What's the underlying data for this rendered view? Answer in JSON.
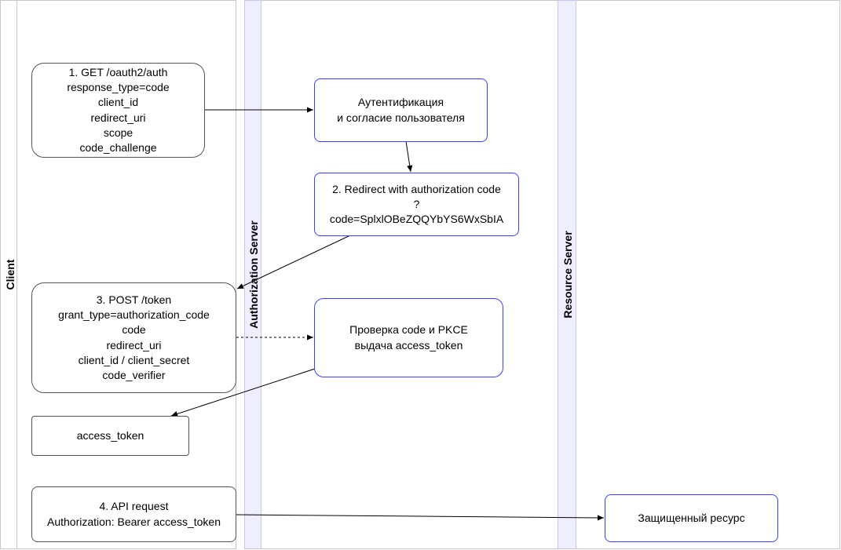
{
  "lanes": {
    "client": "Client",
    "auth_server": "Authorization Server",
    "resource_server": "Resource Server"
  },
  "nodes": {
    "auth_request": {
      "lines": [
        "1. GET /oauth2/auth",
        "response_type=code",
        "client_id",
        "redirect_uri",
        "scope",
        "code_challenge"
      ]
    },
    "consent": {
      "lines": [
        "Аутентификация",
        "и согласие пользователя"
      ]
    },
    "redirect": {
      "lines": [
        "2. Redirect with authorization code",
        "?",
        "code=SplxlOBeZQQYbYS6WxSbIA"
      ]
    },
    "token_request": {
      "lines": [
        "3. POST /token",
        "grant_type=authorization_code",
        "code",
        "redirect_uri",
        "client_id / client_secret",
        "code_verifier"
      ]
    },
    "verify": {
      "lines": [
        "Проверка code и PKCE",
        "выдача access_token"
      ]
    },
    "access_token": {
      "lines": [
        "access_token"
      ]
    },
    "api_request": {
      "lines": [
        "4. API request",
        "Authorization: Bearer access_token"
      ]
    },
    "resource": {
      "lines": [
        "Защищенный ресурс"
      ]
    }
  },
  "colors": {
    "lane_header_fill": "#eeeeff",
    "blue_border": "#4040ff",
    "gray_border": "#555555"
  }
}
